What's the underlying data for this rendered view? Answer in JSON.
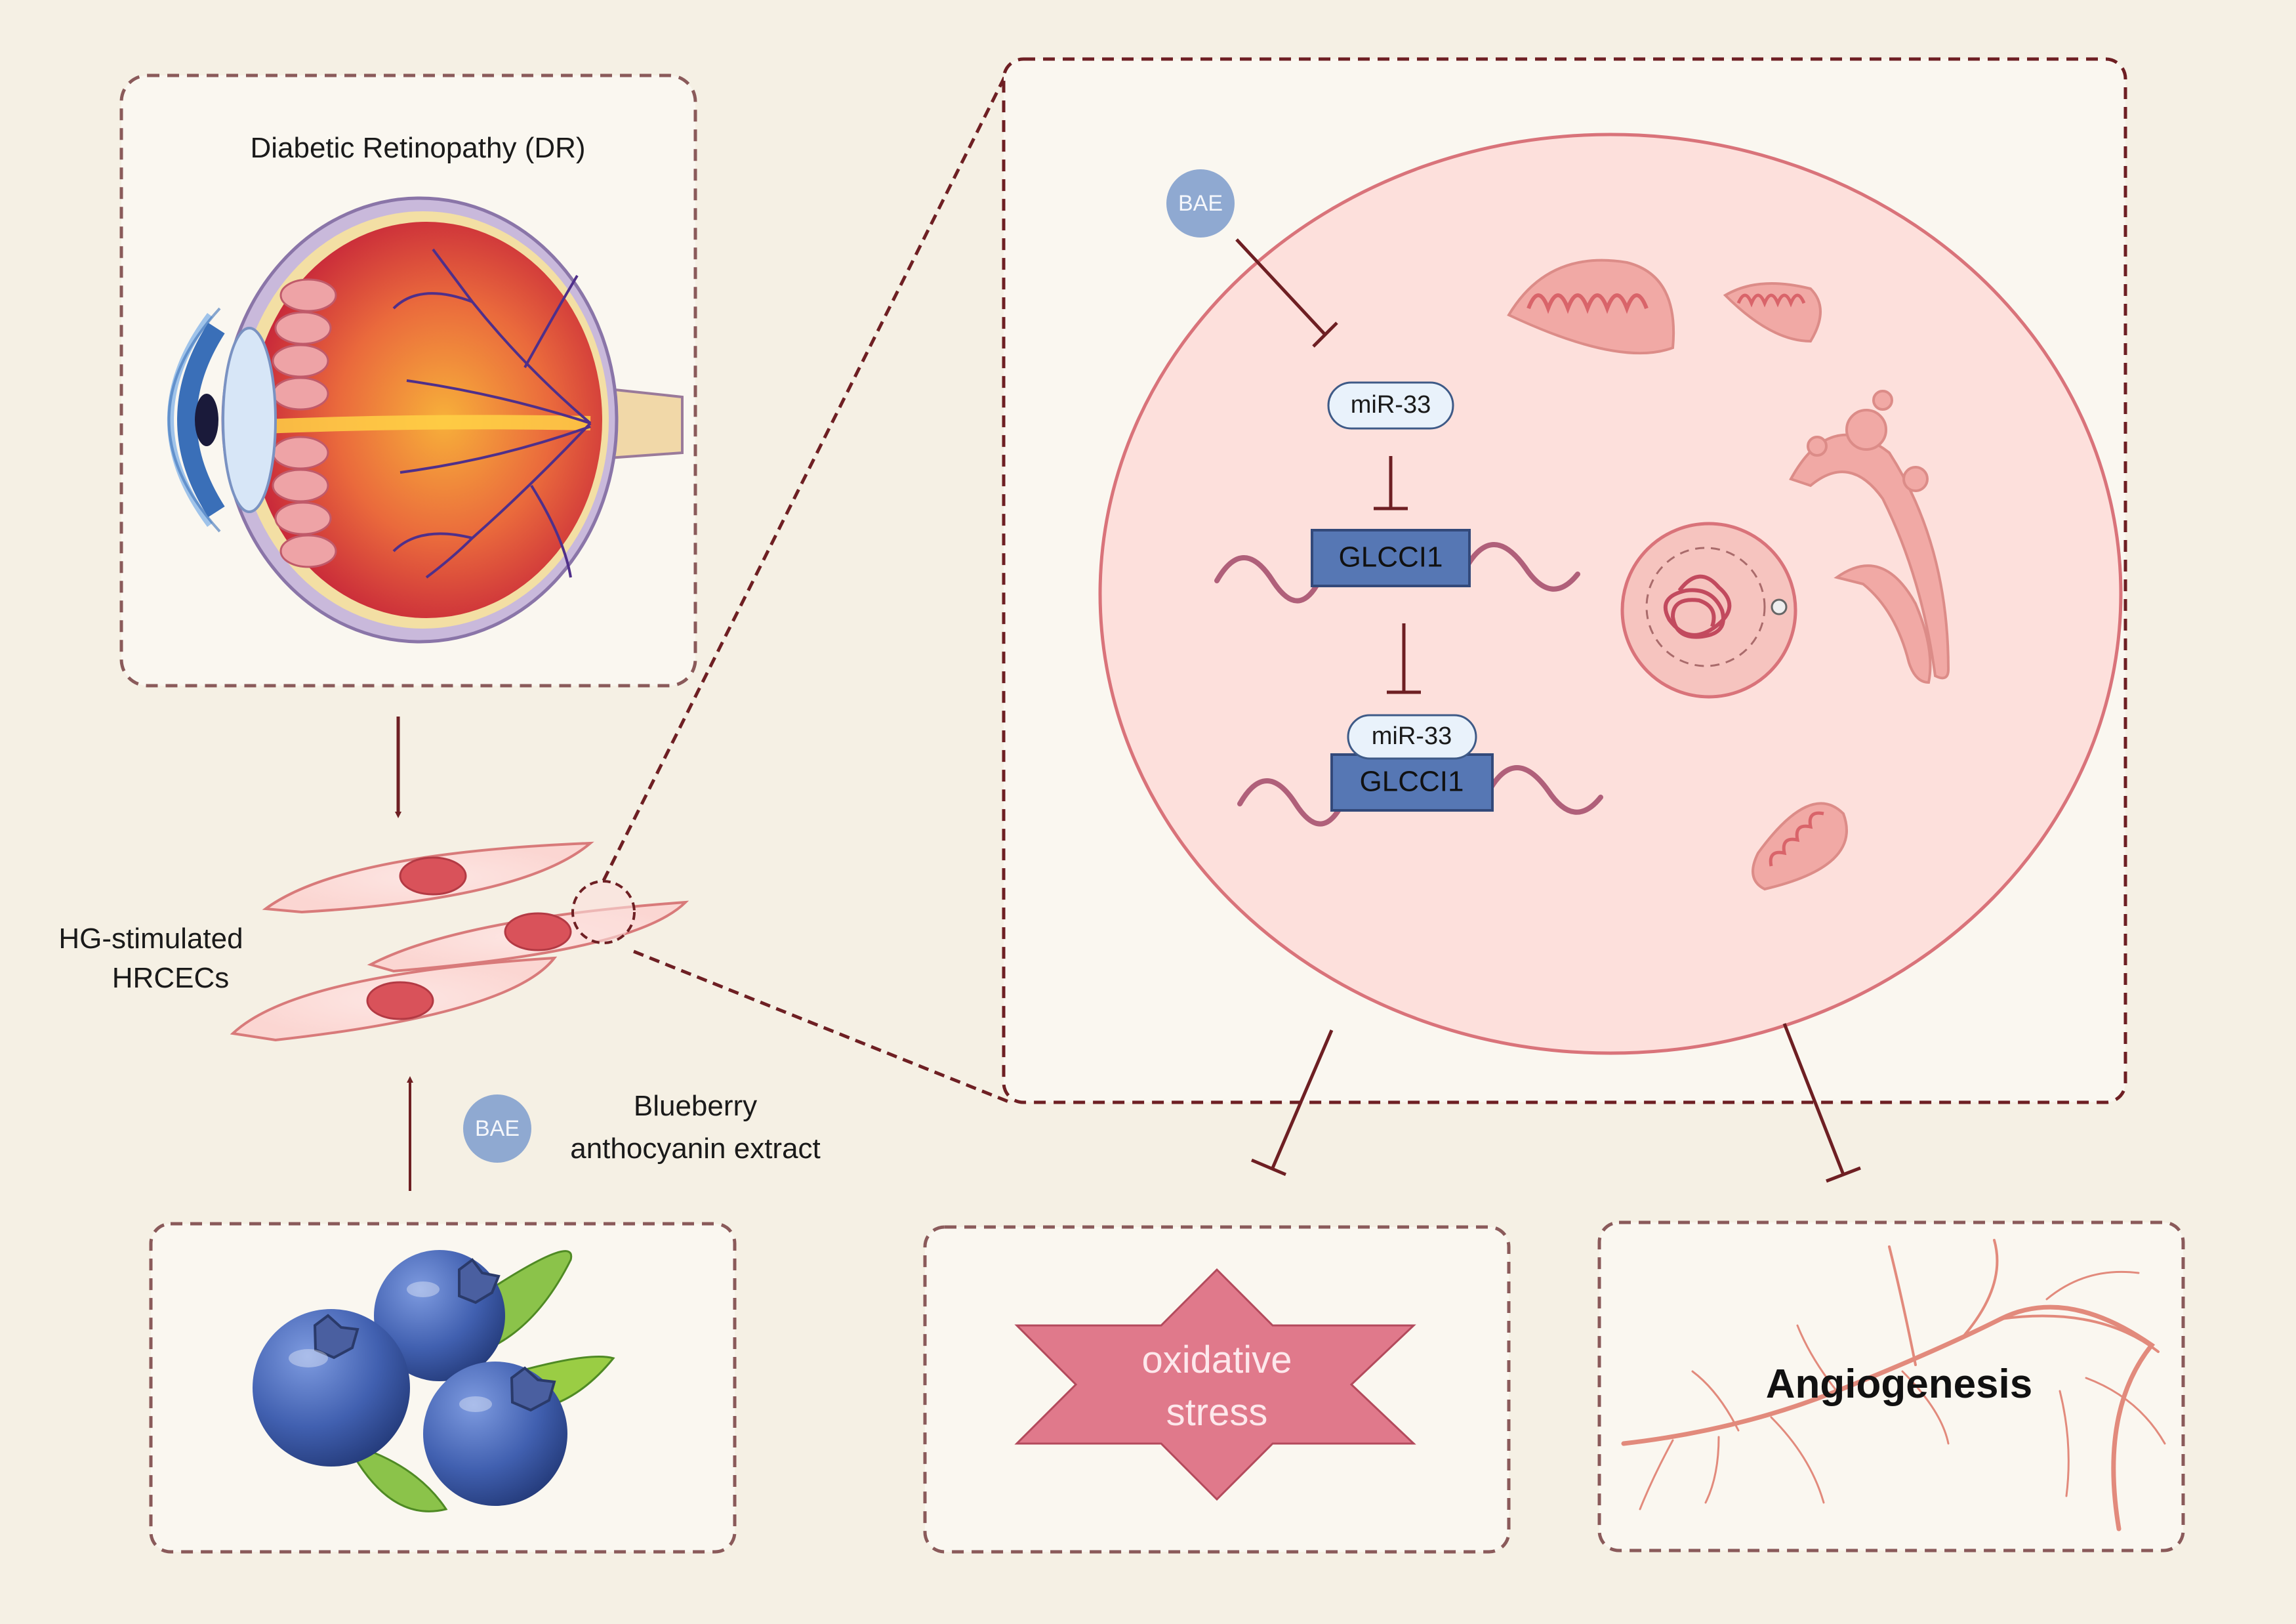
{
  "eye_panel": {
    "title": "Diabetic Retinopathy (DR)"
  },
  "cells_panel": {
    "label_line1": "HG-stimulated",
    "label_line2": "HRCECs"
  },
  "treatment": {
    "badge": "BAE",
    "label_line1": "Blueberry",
    "label_line2": "anthocyanin extract"
  },
  "pathway": {
    "bae_badge": "BAE",
    "mir_top": "miR-33",
    "gene_top": "GLCCI1",
    "mir_bottom": "miR-33",
    "gene_bottom": "GLCCI1"
  },
  "outcomes": {
    "oxidative_line1": "oxidative",
    "oxidative_line2": "stress",
    "angiogenesis": "Angiogenesis"
  },
  "colors": {
    "background": "#f5f0e4",
    "panel_border": "#8a5a5a",
    "arrow": "#6e1f23",
    "cell_fill": "#fbe0dc",
    "star_fill": "#e0798b",
    "gene_fill": "#5677b4"
  }
}
